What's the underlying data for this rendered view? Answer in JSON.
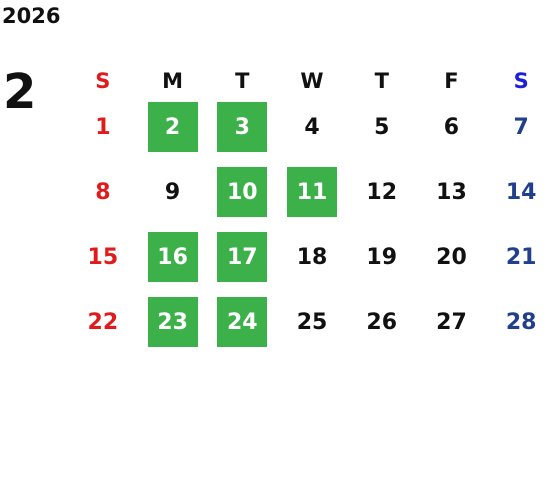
{
  "calendar": {
    "year": "2026",
    "month": "2",
    "weekdays": [
      "S",
      "M",
      "T",
      "W",
      "T",
      "F",
      "S"
    ],
    "weeks": [
      [
        {
          "day": "1",
          "highlighted": false
        },
        {
          "day": "2",
          "highlighted": true
        },
        {
          "day": "3",
          "highlighted": true
        },
        {
          "day": "4",
          "highlighted": false
        },
        {
          "day": "5",
          "highlighted": false
        },
        {
          "day": "6",
          "highlighted": false
        },
        {
          "day": "7",
          "highlighted": false
        }
      ],
      [
        {
          "day": "8",
          "highlighted": false
        },
        {
          "day": "9",
          "highlighted": false
        },
        {
          "day": "10",
          "highlighted": true
        },
        {
          "day": "11",
          "highlighted": true
        },
        {
          "day": "12",
          "highlighted": false
        },
        {
          "day": "13",
          "highlighted": false
        },
        {
          "day": "14",
          "highlighted": false
        }
      ],
      [
        {
          "day": "15",
          "highlighted": false
        },
        {
          "day": "16",
          "highlighted": true
        },
        {
          "day": "17",
          "highlighted": true
        },
        {
          "day": "18",
          "highlighted": false
        },
        {
          "day": "19",
          "highlighted": false
        },
        {
          "day": "20",
          "highlighted": false
        },
        {
          "day": "21",
          "highlighted": false
        }
      ],
      [
        {
          "day": "22",
          "highlighted": false
        },
        {
          "day": "23",
          "highlighted": true
        },
        {
          "day": "24",
          "highlighted": true
        },
        {
          "day": "25",
          "highlighted": false
        },
        {
          "day": "26",
          "highlighted": false
        },
        {
          "day": "27",
          "highlighted": false
        },
        {
          "day": "28",
          "highlighted": false
        }
      ]
    ],
    "colors": {
      "sunday": "#e11b1b",
      "saturday_header": "#1b1fdc",
      "saturday": "#203f8c",
      "highlight": "#3cb14a",
      "text": "#111111"
    }
  }
}
